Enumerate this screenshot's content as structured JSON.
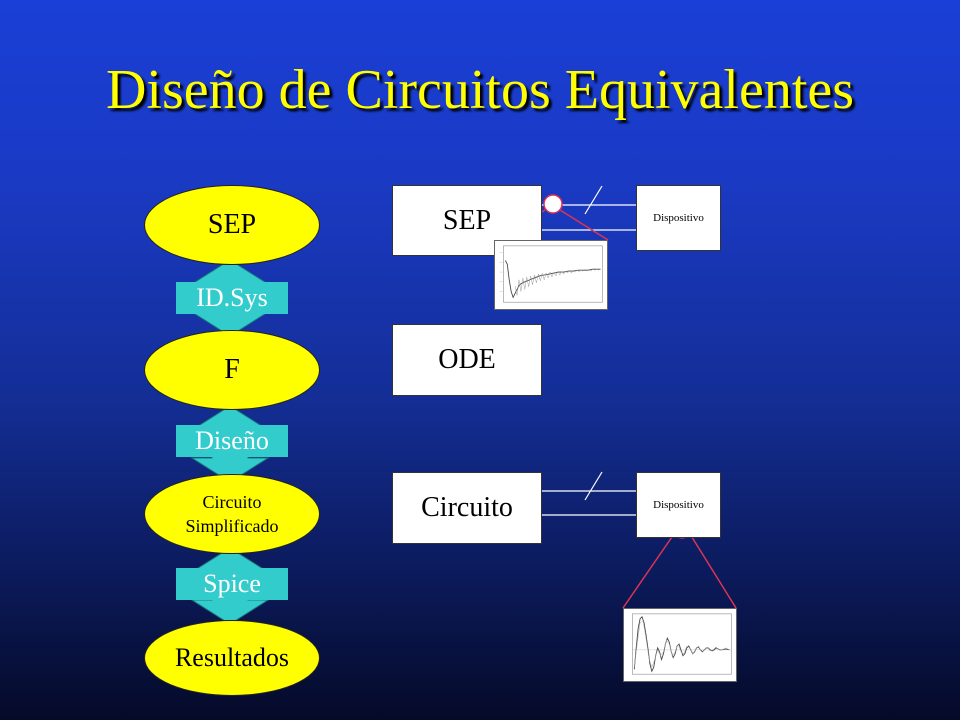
{
  "title": "Diseño de Circuitos Equivalentes",
  "flow": {
    "sep": "SEP",
    "id_sys": "ID.Sys",
    "f": "F",
    "diseno": "Diseño",
    "circuito_line1": "Circuito",
    "circuito_line2": "Simplificado",
    "spice": "Spice",
    "resultados": "Resultados"
  },
  "right": {
    "sep": "SEP",
    "ode": "ODE",
    "circuito": "Circuito",
    "dispositivo_top": "Dispositivo",
    "dispositivo_bottom": "Dispositivo"
  },
  "colors": {
    "ellipse": "#ffff00",
    "arrow": "#33cccc",
    "title": "#ffff00",
    "magnifier": "#dd3355"
  }
}
